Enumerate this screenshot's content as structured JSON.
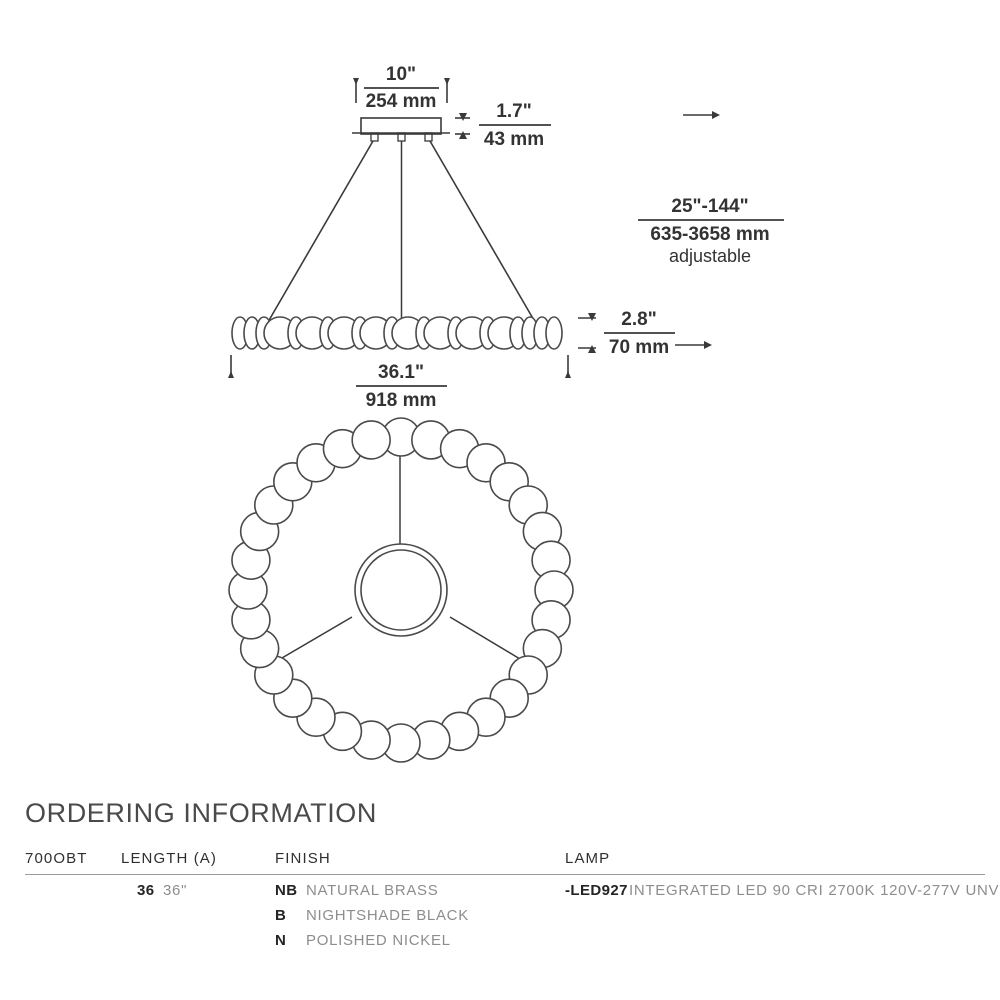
{
  "product": {
    "type": "pendant-lighting-spec-drawing",
    "views": [
      "elevation",
      "plan"
    ]
  },
  "dimensions": {
    "canopy_width": {
      "imperial": "10\"",
      "metric": "254 mm"
    },
    "canopy_height": {
      "imperial": "1.7\"",
      "metric": "43 mm"
    },
    "drop": {
      "imperial": "25\"-144\"",
      "metric": "635-3658 mm",
      "note": "adjustable"
    },
    "fixture_depth": {
      "imperial": "2.8\"",
      "metric": "70 mm"
    },
    "fixture_diameter": {
      "imperial": "36.1\"",
      "metric": "918 mm"
    }
  },
  "ordering": {
    "title": "ORDERING INFORMATION",
    "columns": {
      "sku": "700OBT",
      "length": "LENGTH (A)",
      "finish": "FINISH",
      "lamp": "LAMP"
    },
    "length_options": [
      {
        "code": "36",
        "desc": "36\""
      }
    ],
    "finish_options": [
      {
        "code": "NB",
        "desc": "NATURAL BRASS"
      },
      {
        "code": "B",
        "desc": "NIGHTSHADE BLACK"
      },
      {
        "code": "N",
        "desc": "POLISHED NICKEL"
      }
    ],
    "lamp_options": [
      {
        "code": "-LED927",
        "desc": "INTEGRATED LED 90 CRI 2700K 120V-277V UNV"
      }
    ]
  },
  "colors": {
    "line": "#3a3a3a",
    "text_dark": "#242424",
    "text_gray": "#8d8d8d",
    "rule": "#9a9a9a"
  }
}
